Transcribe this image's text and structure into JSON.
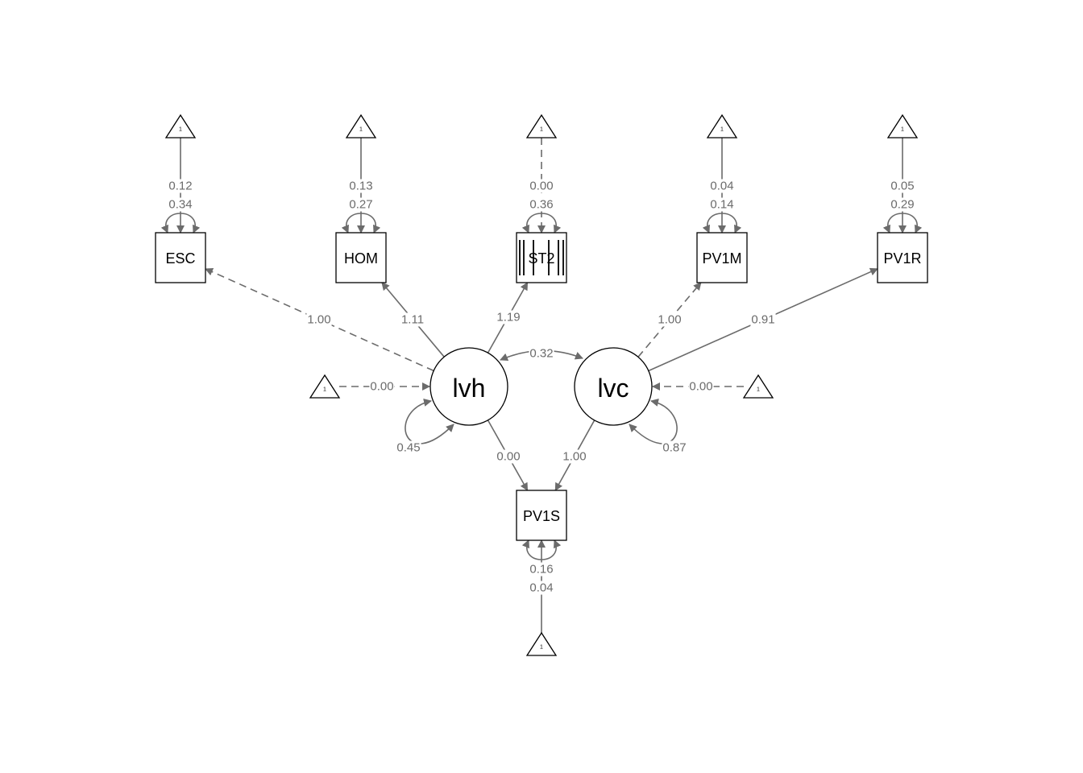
{
  "diagram": {
    "latents": [
      {
        "id": "lvh",
        "label": "lvh"
      },
      {
        "id": "lvc",
        "label": "lvc"
      }
    ],
    "manifests": [
      {
        "id": "ESC",
        "label": "ESC"
      },
      {
        "id": "HOM",
        "label": "HOM"
      },
      {
        "id": "ST2",
        "label": "ST2"
      },
      {
        "id": "PV1M",
        "label": "PV1M"
      },
      {
        "id": "PV1R",
        "label": "PV1R"
      },
      {
        "id": "PV1S",
        "label": "PV1S"
      }
    ],
    "constant_label": "1",
    "loadings": [
      {
        "from": "lvh",
        "to": "ESC",
        "value": "1.00",
        "fixed": true
      },
      {
        "from": "lvh",
        "to": "HOM",
        "value": "1.11",
        "fixed": false
      },
      {
        "from": "lvh",
        "to": "ST2",
        "value": "1.19",
        "fixed": false
      },
      {
        "from": "lvc",
        "to": "PV1M",
        "value": "1.00",
        "fixed": true
      },
      {
        "from": "lvc",
        "to": "PV1R",
        "value": "0.91",
        "fixed": false
      },
      {
        "from": "lvh",
        "to": "PV1S",
        "value": "0.00",
        "fixed": false
      },
      {
        "from": "lvc",
        "to": "PV1S",
        "value": "1.00",
        "fixed": false
      }
    ],
    "covariance": {
      "between": [
        "lvh",
        "lvc"
      ],
      "value": "0.32"
    },
    "latent_variances": {
      "lvh": "0.45",
      "lvc": "0.87"
    },
    "latent_means": {
      "lvh": "0.00",
      "lvc": "0.00"
    },
    "residual_variances": {
      "ESC": "0.34",
      "HOM": "0.27",
      "ST2": "0.36",
      "PV1M": "0.14",
      "PV1R": "0.29",
      "PV1S": "0.16"
    },
    "intercepts": {
      "ESC": "0.12",
      "HOM": "0.13",
      "ST2": "0.00",
      "PV1M": "0.04",
      "PV1R": "0.05",
      "PV1S": "0.04"
    }
  }
}
